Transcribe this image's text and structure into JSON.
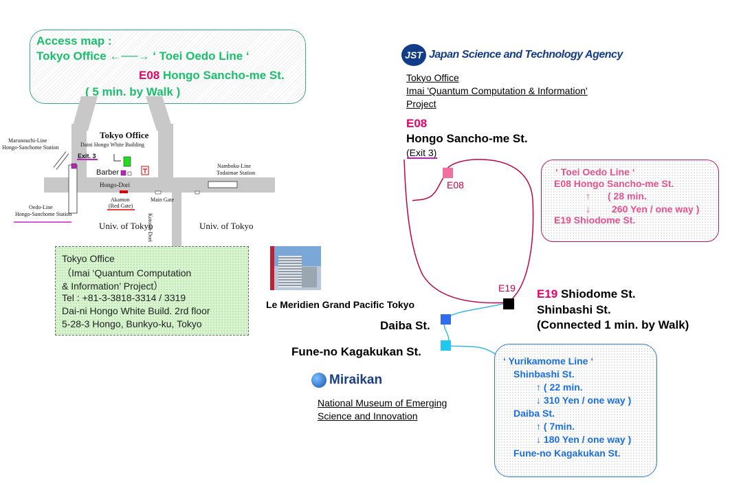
{
  "access": {
    "line1": "Access map :",
    "line2": "Tokyo Office ←──→ ‘ Toei Oedo Line ‘",
    "line3_code": "E08",
    "line3_name": " Hongo Sancho-me St.",
    "line4": "( 5 min. by Walk )"
  },
  "local_map": {
    "office_title": "Tokyo Office",
    "office_building": "Daini Hongo White Building",
    "marunouchi": "Marunouchi-Line",
    "marunouchi_station": "Hongo-Sanchome Station",
    "exit": "Exit. 3",
    "barber": "Barber",
    "hongo_dori": "Hongo-Dori",
    "akamon": "Akamon",
    "red_gate": "(Red Gate)",
    "main_gate": "Main Gate",
    "namboku": "Namboku-Line",
    "todaimae": "Todaimae Station",
    "oedo": "Oedo-Line",
    "oedo_station": "Hongo-Sanchome Station",
    "kototoi": "Kototoi-Dori",
    "univ_left": "Univ. of Tokyo",
    "univ_right": "Univ. of Tokyo"
  },
  "office_info": {
    "lines": [
      "Tokyo Office",
      "（Imai ‘Quantum Computation",
      " & Information’ Project）",
      "Tel : +81-3-3818-3314 / 3319",
      "Dai-ni Hongo White Build. 2rd floor",
      "5-28-3 Hongo, Bunkyo-ku, Tokyo"
    ]
  },
  "jst": {
    "logo_text": "JST",
    "agency": "Japan Science and Technology Agency",
    "office": "Tokyo Office",
    "project1": "Imai 'Quantum Computation & Information'",
    "project2": "Project"
  },
  "route": {
    "e08_code": "E08",
    "e08_name": "Hongo Sancho-me St.",
    "e08_exit": "(Exit 3)",
    "e08_marker": "E08",
    "e19_marker": "E19",
    "e19_code": "E19",
    "e19_name": " Shiodome St.",
    "shinbashi": "Shinbashi St.",
    "connected": "(Connected 1 min. by Walk)",
    "daiba": "Daiba St.",
    "fune": "Fune-no Kagakukan St."
  },
  "oedo_info": {
    "title": "‘ Toei Oedo  Line ‘",
    "from": "E08 Hongo Sancho-me  St.",
    "up": "↑",
    "time": "( 28 min.",
    "down": "↓",
    "fare": "260 Yen / one way )",
    "to": "E19 Shiodome St."
  },
  "yuri_info": {
    "title": "‘ Yurikamome Line ‘",
    "st1": "Shinbashi St.",
    "seg1_time": "↑ ( 22 min.",
    "seg1_fare": "↓ 310 Yen / one way )",
    "st2": "Daiba St.",
    "seg2_time": "↑ ( 7min.",
    "seg2_fare": "↓ 180 Yen / one way )",
    "st3": "Fune-no Kagakukan St."
  },
  "hotel": {
    "name": "Le Meridien Grand Pacific Tokyo"
  },
  "miraikan": {
    "logo": "Miraikan",
    "name1": "National Museum of Emerging",
    "name2": "Science and Innovation"
  },
  "colors": {
    "access_green": "#19c06a",
    "oedo_pink": "#e8006a",
    "oedo_border": "#b0186a",
    "yurikamome_blue": "#1a6fe0",
    "route_line": "#c0004a",
    "yuri_line": "#39b8e0",
    "office_bg": "#d8f5d0"
  }
}
